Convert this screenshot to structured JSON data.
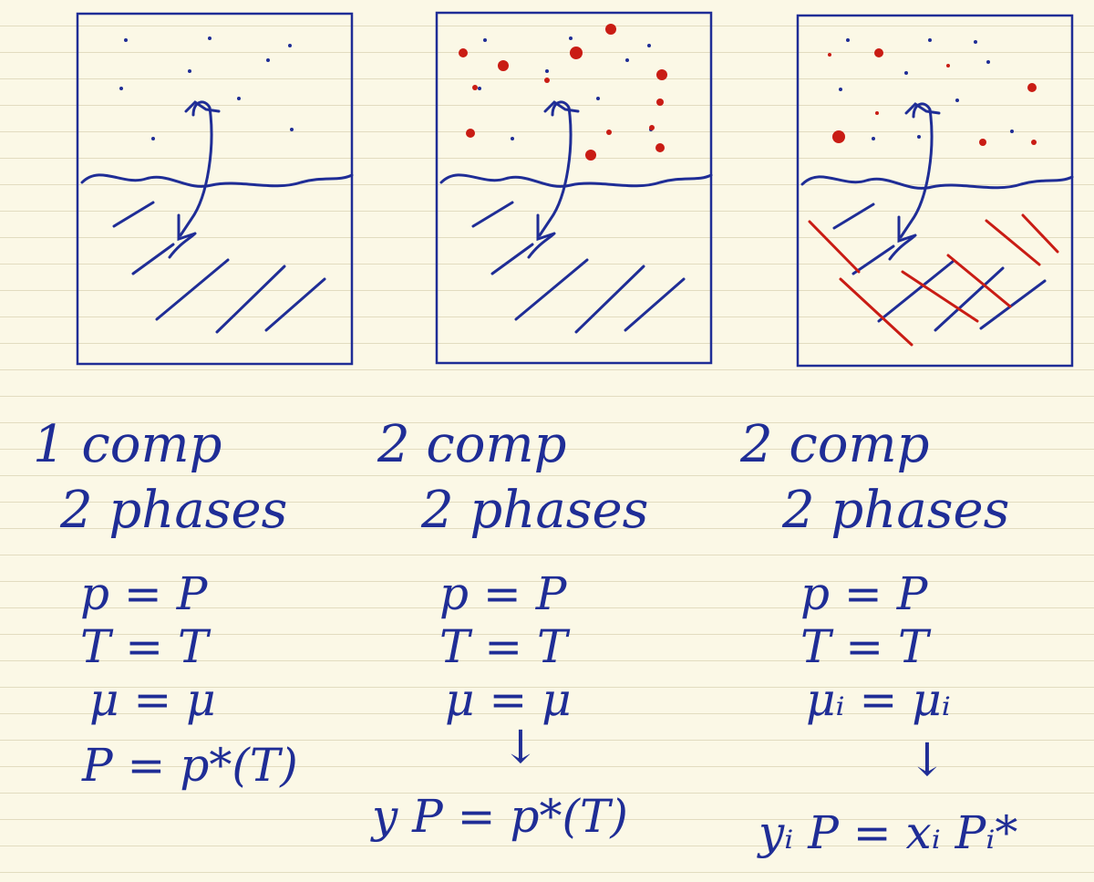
{
  "colors": {
    "ink": "#1f2d96",
    "red": "#c91c14",
    "paper": "#fbf8e6",
    "rule": "#e2dcc0"
  },
  "panels": [
    {
      "line1": "1 comp",
      "line2": "2 phases",
      "eq1": "p = P",
      "eq2": "T = T",
      "eq3": "μ = μ",
      "eq4": "P = p*(T)",
      "arrow": "",
      "eq5": ""
    },
    {
      "line1": "2 comp",
      "line2": "2 phases",
      "eq1": "p = P",
      "eq2": "T = T",
      "eq3": "μ = μ",
      "eq4": "",
      "arrow": "↓",
      "eq5": "y P = p*(T)"
    },
    {
      "line1": "2 comp",
      "line2": "2 phases",
      "eq1": "p = P",
      "eq2": "T = T",
      "eq3": "μᵢ = μᵢ",
      "eq4": "",
      "arrow": "↓",
      "eq5": "yᵢ P = xᵢ Pᵢ*"
    }
  ]
}
